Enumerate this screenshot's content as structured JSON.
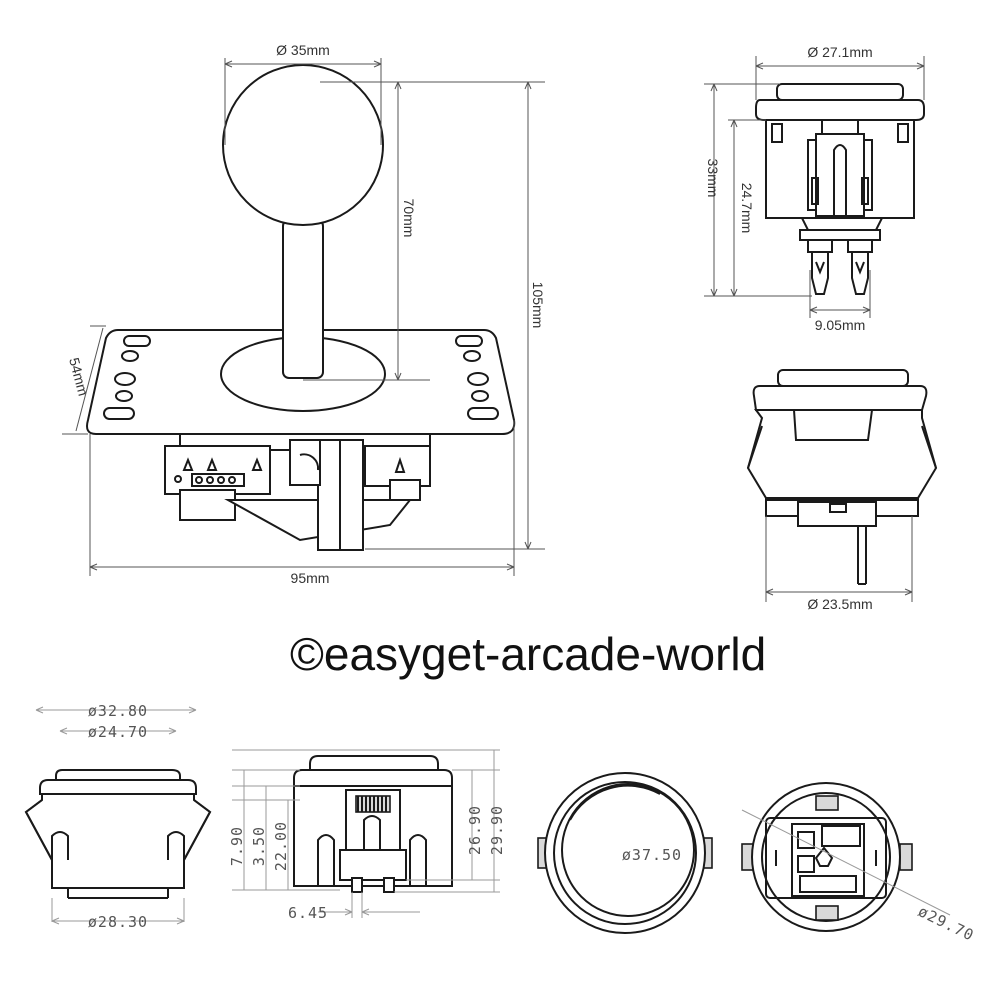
{
  "watermark": "©easyget-arcade-world",
  "joystick": {
    "ball_diameter": "Ø 35mm",
    "shaft_height": "70mm",
    "total_height": "105mm",
    "plate_depth": "54mm",
    "plate_width": "95mm"
  },
  "button_side": {
    "outer_diameter": "Ø 27.1mm",
    "height": "33mm",
    "body_height": "24.7mm",
    "terminal_spacing": "9.05mm"
  },
  "button_front": {
    "base_diameter": "Ø 23.5mm"
  },
  "bottom_views": {
    "d_outer": "ø32.80",
    "d_inner": "ø24.70",
    "d_base": "ø28.30",
    "h1": "7.90",
    "h2": "3.50",
    "h3": "22.00",
    "h4": "26.90",
    "h5": "29.90",
    "w_tab": "6.45",
    "d_ring": "ø37.50",
    "d_mount": "ø29.70"
  }
}
